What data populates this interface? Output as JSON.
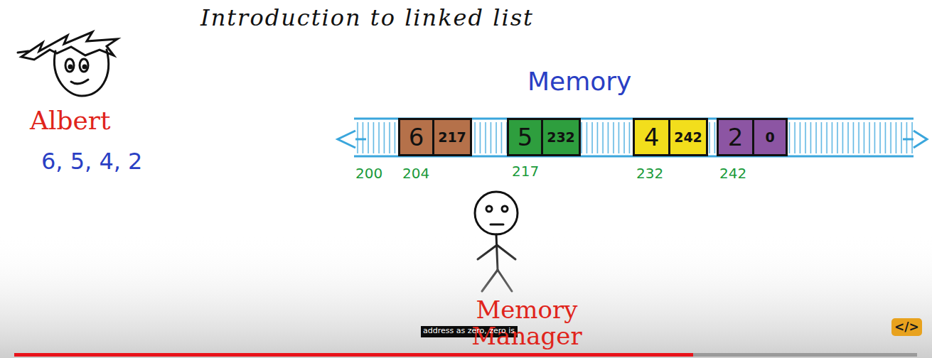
{
  "diagram": {
    "title": "Introduction to linked list",
    "nodes": [
      {
        "text": [
          "6",
          "217"
        ]
      },
      {
        "text": [
          "5",
          "232"
        ]
      },
      {
        "text": [
          "4",
          "242"
        ]
      },
      {
        "text": [
          "2",
          "0"
        ]
      }
    ],
    "labels": [
      "Albert",
      "6, 5, 4, 2",
      "Memory",
      "200",
      "204",
      "217",
      "232",
      "242",
      "Memory Manager",
      "address as zero, zero is",
      "</>"
    ]
  }
}
